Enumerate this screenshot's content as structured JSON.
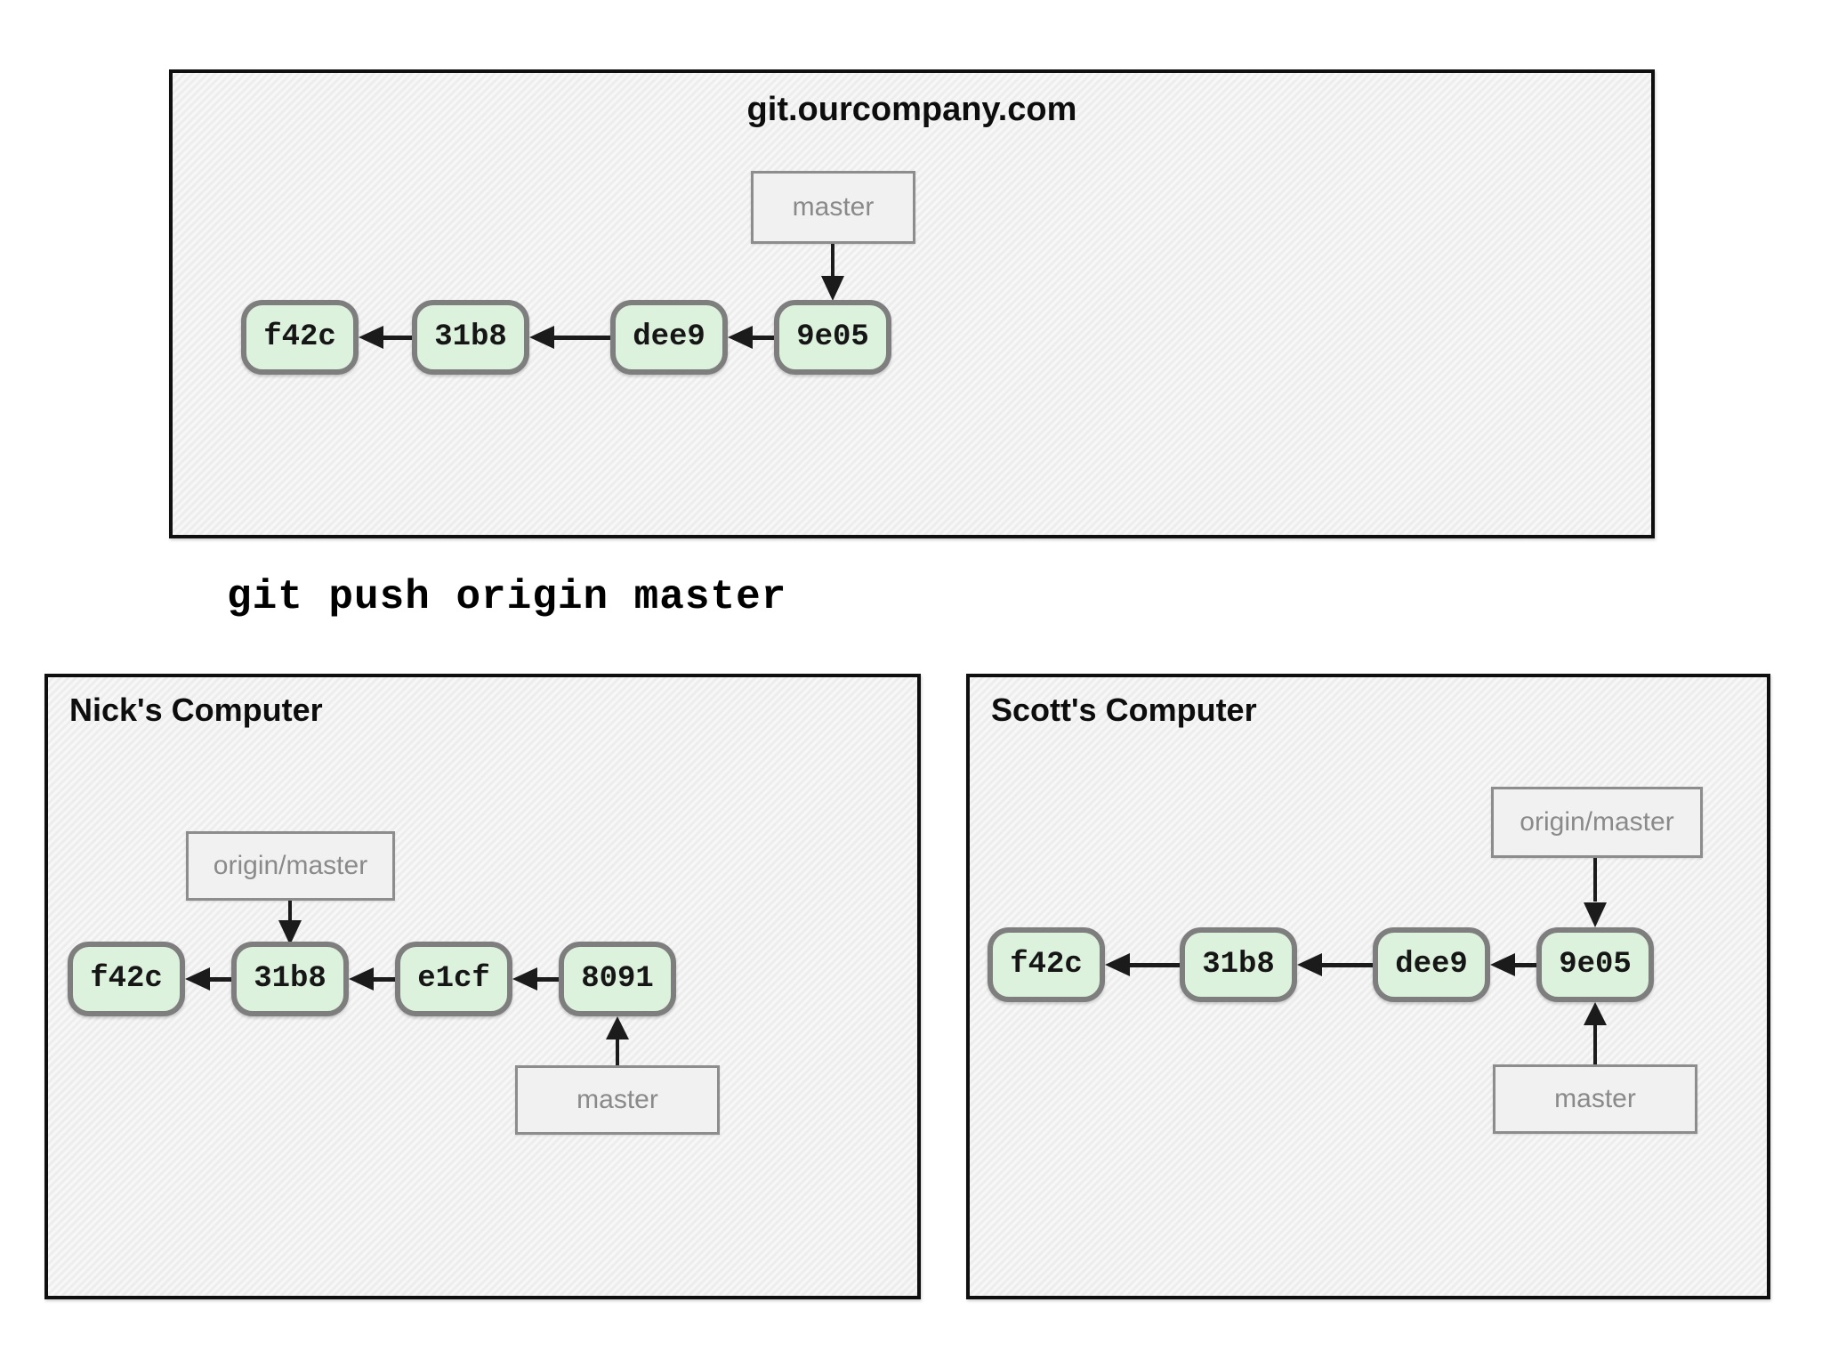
{
  "command": "git push origin master",
  "server": {
    "title": "git.ourcompany.com",
    "branch_label": "master",
    "commits": [
      "f42c",
      "31b8",
      "dee9",
      "9e05"
    ]
  },
  "nick": {
    "title": "Nick's Computer",
    "remote_branch_label": "origin/master",
    "branch_label": "master",
    "commits": [
      "f42c",
      "31b8",
      "e1cf",
      "8091"
    ]
  },
  "scott": {
    "title": "Scott's Computer",
    "remote_branch_label": "origin/master",
    "branch_label": "master",
    "commits": [
      "f42c",
      "31b8",
      "dee9",
      "9e05"
    ]
  },
  "colors": {
    "box_bg": "#f1f1f1",
    "box_border": "#0f0f0f",
    "commit_fill": "#ddf2dd",
    "commit_border": "#7e7e7e",
    "label_border": "#8d8d8d",
    "label_text": "#8a8a8a",
    "arrow": "#1b1b1b"
  }
}
